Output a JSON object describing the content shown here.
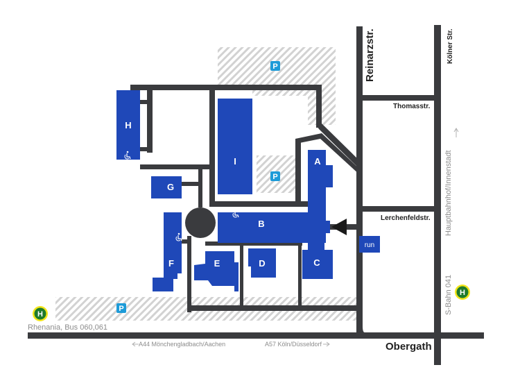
{
  "colors": {
    "road": "#3a3b3e",
    "building": "#1f48b8",
    "building_text": "#ffffff",
    "parking_badge": "#1d9bd8",
    "hatch": "#cfcfcf",
    "bus_stop_fill": "#1f7a2c",
    "bus_stop_ring": "#f2e51a",
    "grey_text": "#8c8c8c"
  },
  "streets": {
    "reinarzstr": "Reinarzstr.",
    "koelner_str": "Kölner Str.",
    "thomasstr": "Thomasstr.",
    "lerchenfeldstr": "Lerchenfeldstr.",
    "obergath": "Obergath",
    "s_bahn": "S-Bahn 041",
    "hauptbahnhof": "Hauptbahnhof/Innenstadt",
    "rhenania": "Rhenania, Bus 060,061",
    "a44": "A44 Mönchengladbach/Aachen",
    "a57": "A57 Köln/Düsseldorf"
  },
  "buildings": {
    "A": "A",
    "B": "B",
    "C": "C",
    "D": "D",
    "E": "E",
    "F": "F",
    "G": "G",
    "H": "H",
    "I": "I",
    "run": "run"
  },
  "parking": {
    "label": "P"
  },
  "bus_stop": {
    "label": "H"
  },
  "icons": {
    "wheelchair": "wheelchair-icon",
    "entrance": "entrance-arrow-icon"
  }
}
